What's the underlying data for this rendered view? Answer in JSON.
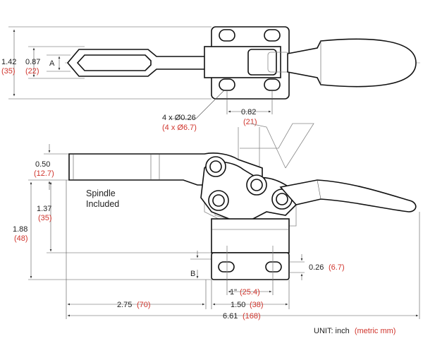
{
  "top_view": {
    "dim_142": "1.42",
    "dim_142_mm": "(35)",
    "dim_087": "0.87",
    "dim_087_mm": "(22)",
    "label_a": "A",
    "holes_label": "4 x Ø0.26",
    "holes_label_mm": "(4 x Ø6.7)",
    "dim_082": "0.82",
    "dim_082_mm": "(21)"
  },
  "side_view": {
    "dim_050": "0.50",
    "dim_050_mm": "(12.7)",
    "dim_137": "1.37",
    "dim_137_mm": "(35)",
    "dim_188": "1.88",
    "dim_188_mm": "(48)",
    "spindle_line1": "Spindle",
    "spindle_line2": "Included",
    "label_b": "B",
    "dim_026": "0.26",
    "dim_026_mm": "(6.7)",
    "dim_1in": "1\"",
    "dim_1in_mm": "(25.4)",
    "dim_150": "1.50",
    "dim_150_mm": "(38)",
    "dim_275": "2.75",
    "dim_275_mm": "(70)",
    "dim_661": "6.61",
    "dim_661_mm": "(168)"
  },
  "unit": {
    "label": "UNIT:  inch",
    "metric": "(metric mm)"
  },
  "colors": {
    "metric": "#d0342c",
    "line": "#111111"
  }
}
